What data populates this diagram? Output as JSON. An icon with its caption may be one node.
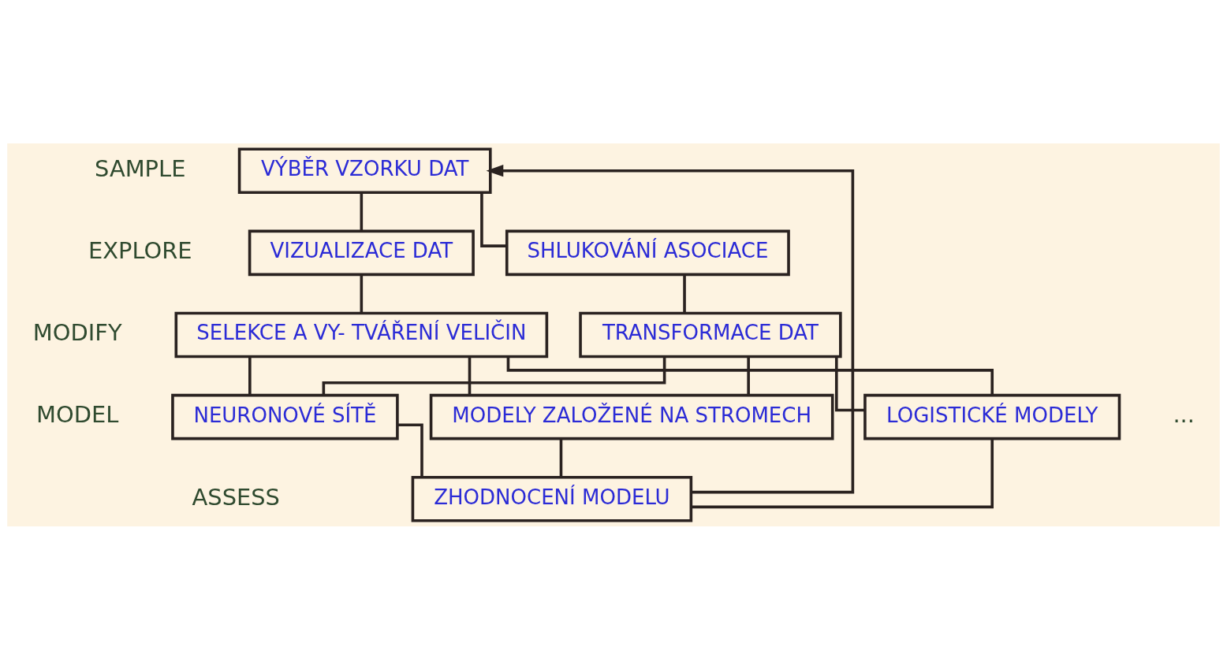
{
  "diagram": {
    "nodes": [
      {
        "text": [
          "VÝBĚR VZORKU DAT"
        ]
      },
      {
        "text": [
          "VIZUALIZACE DAT"
        ]
      },
      {
        "text": [
          "SHLUKOVÁNÍ ASOCIACE"
        ]
      },
      {
        "text": [
          "SELEKCE A VY- TVÁŘENÍ VELIČIN"
        ]
      },
      {
        "text": [
          "TRANSFORMACE DAT"
        ]
      },
      {
        "text": [
          "NEURONOVÉ SÍTĚ"
        ]
      },
      {
        "text": [
          "MODELY ZALOŽENÉ NA STROMECH"
        ]
      },
      {
        "text": [
          "LOGISTICKÉ MODELY"
        ]
      },
      {
        "text": [
          "ZHODNOCENÍ MODELU"
        ]
      }
    ],
    "edges": [
      {
        "from": 0,
        "to": 1,
        "arrow": "none"
      },
      {
        "from": 0,
        "to": 2,
        "arrow": "none"
      },
      {
        "from": 1,
        "to": 3,
        "arrow": "none"
      },
      {
        "from": 2,
        "to": 4,
        "arrow": "none"
      },
      {
        "from": 3,
        "to": 5,
        "arrow": "none"
      },
      {
        "from": 3,
        "to": 6,
        "arrow": "none"
      },
      {
        "from": 3,
        "to": 7,
        "arrow": "none"
      },
      {
        "from": 4,
        "to": 5,
        "arrow": "none"
      },
      {
        "from": 4,
        "to": 6,
        "arrow": "none"
      },
      {
        "from": 4,
        "to": 7,
        "arrow": "none"
      },
      {
        "from": 5,
        "to": 8,
        "arrow": "none"
      },
      {
        "from": 6,
        "to": 8,
        "arrow": "none"
      },
      {
        "from": 7,
        "to": 8,
        "arrow": "none"
      },
      {
        "from": 8,
        "to": 0,
        "arrow": "to"
      }
    ],
    "labels": [
      "SAMPLE",
      "EXPLORE",
      "MODIFY",
      "MODEL",
      "ASSESS",
      "..."
    ]
  }
}
